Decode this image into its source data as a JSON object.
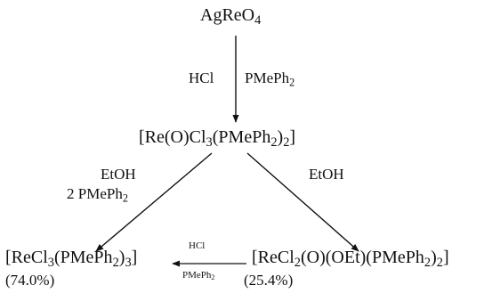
{
  "top": {
    "base": "AgReO",
    "sub": "4"
  },
  "step1": {
    "left": "HCl",
    "right": {
      "base": "PMePh",
      "sub": "2"
    }
  },
  "intermediate": {
    "p1": "[Re(O)Cl",
    "s1": "3",
    "p2": "(PMePh",
    "s2": "2",
    "p3": ")",
    "s3": "2",
    "p4": "]"
  },
  "left_branch": {
    "line1": "EtOH",
    "line2": {
      "base": "2 PMePh",
      "sub": "2"
    }
  },
  "right_branch": {
    "label": "EtOH"
  },
  "product_left": {
    "p1": "[ReCl",
    "s1": "3",
    "p2": "(PMePh",
    "s2": "2",
    "p3": ")",
    "s3": "3",
    "p4": "]",
    "yield": "(74.0%)"
  },
  "product_right": {
    "p1": "[ReCl",
    "s1": "2",
    "p2": "(O)(OEt)(PMePh",
    "s2": "2",
    "p3": ")",
    "s3": "2",
    "p4": "]",
    "yield": "(25.4%)"
  },
  "conversion": {
    "above": "HCl",
    "below": {
      "base": "PMePh",
      "sub": "2"
    }
  }
}
